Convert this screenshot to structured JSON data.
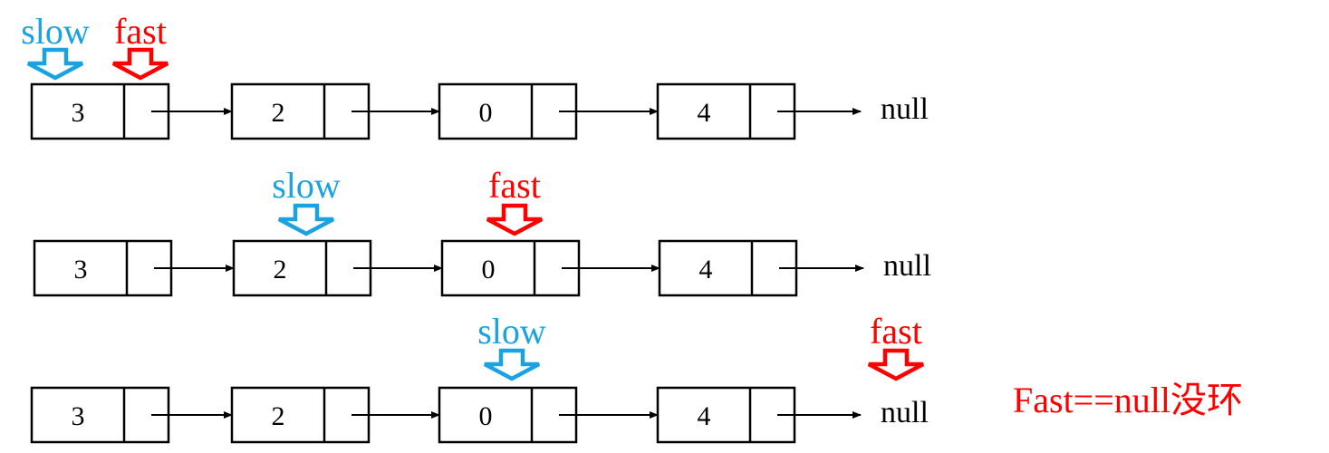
{
  "colors": {
    "slow": "#1aa3e0",
    "fast": "#ff0000",
    "ink": "#000000"
  },
  "null_label": "null",
  "rows": [
    {
      "nodes": [
        "3",
        "2",
        "0",
        "4"
      ],
      "pointers": [
        {
          "label": "slow",
          "target": "node-0",
          "color": "slow"
        },
        {
          "label": "fast",
          "target": "node-0",
          "color": "fast"
        }
      ]
    },
    {
      "nodes": [
        "3",
        "2",
        "0",
        "4"
      ],
      "pointers": [
        {
          "label": "slow",
          "target": "node-1",
          "color": "slow"
        },
        {
          "label": "fast",
          "target": "node-2",
          "color": "fast"
        }
      ]
    },
    {
      "nodes": [
        "3",
        "2",
        "0",
        "4"
      ],
      "pointers": [
        {
          "label": "slow",
          "target": "node-2",
          "color": "slow"
        },
        {
          "label": "fast",
          "target": "null",
          "color": "fast"
        }
      ]
    }
  ],
  "conclusion": "Fast==null没环"
}
